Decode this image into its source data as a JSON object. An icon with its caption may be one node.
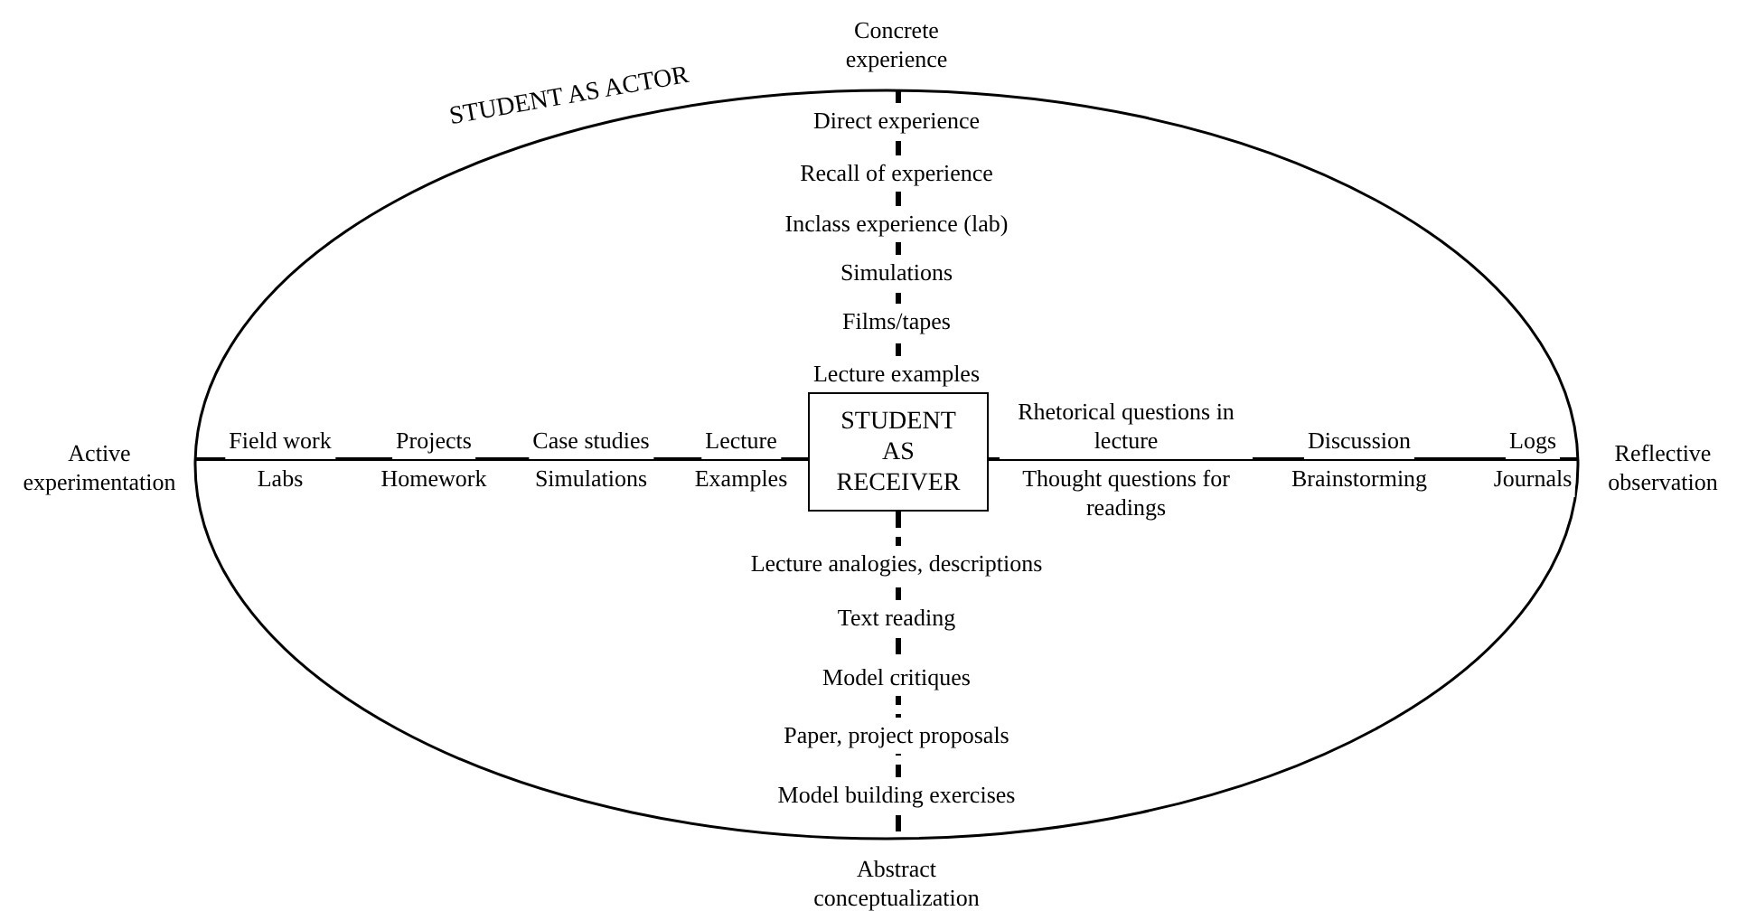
{
  "diagram": {
    "nodes": [
      {
        "text": [
          "STUDENT AS ACTOR"
        ]
      },
      {
        "text": [
          "STUDENT AS RECEIVER"
        ],
        "in": 0
      }
    ],
    "edges": [
      {
        "from": 0,
        "to": 1,
        "arrow": "none",
        "style": "dashed"
      },
      {
        "from": 0,
        "to": 1,
        "arrow": "none"
      },
      {
        "from": 1,
        "to": 0,
        "arrow": "none"
      },
      {
        "from": 1,
        "to": 0,
        "arrow": "none",
        "style": "dashed"
      }
    ],
    "labels": [
      "Concrete experience",
      "Direct experience",
      "Recall of experience",
      "Inclass experience (lab)",
      "Simulations",
      "Films/tapes",
      "Lecture examples",
      "Active experimentation",
      "Field work",
      "Projects",
      "Case studies",
      "Lecture",
      "Rhetorical questions in lecture",
      "Discussion",
      "Logs",
      "Reflective observation",
      "Labs",
      "Homework",
      "Simulations",
      "Examples",
      "Thought questions for readings",
      "Brainstorming",
      "Journals",
      "Lecture analogies, descriptions",
      "Text reading",
      "Model critiques",
      "Paper, project proposals",
      "Model building exercises",
      "Abstract conceptualization"
    ]
  }
}
